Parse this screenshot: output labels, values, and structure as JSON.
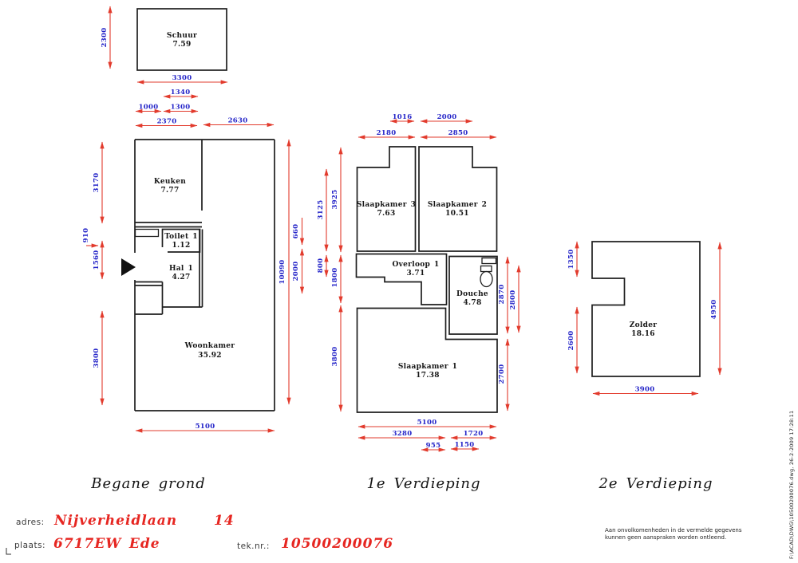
{
  "page": {
    "titles": {
      "ground": "Begane grond",
      "first": "1e Verdieping",
      "second": "2e Verdieping"
    },
    "address": {
      "adres_label": "adres:",
      "adres_street": "Nijverheidlaan",
      "adres_number": "14",
      "plaats_label": "plaats:",
      "plaats_value": "6717EW Ede",
      "teknr_label": "tek.nr.:",
      "teknr_value": "10500200076"
    },
    "disclaimer_line1": "Aan onvolkomenheden in de vermelde gegevens",
    "disclaimer_line2": "kunnen geen aanspraken worden ontleend.",
    "file_stamp": "F:\\ACAD\\DWG\\10500200076.dwg, 26-2-2009 17:28:11"
  },
  "rooms": {
    "schuur": {
      "name": "Schuur",
      "area": "7.59"
    },
    "keuken": {
      "name": "Keuken",
      "area": "7.77"
    },
    "toilet1": {
      "name": "Toilet 1",
      "area": "1.12"
    },
    "hal1": {
      "name": "Hal 1",
      "area": "4.27"
    },
    "woonkamer": {
      "name": "Woonkamer",
      "area": "35.92"
    },
    "slaapkamer3": {
      "name": "Slaapkamer 3",
      "area": "7.63"
    },
    "slaapkamer2": {
      "name": "Slaapkamer 2",
      "area": "10.51"
    },
    "overloop1": {
      "name": "Overloop 1",
      "area": "3.71"
    },
    "douche": {
      "name": "Douche",
      "area": "4.78"
    },
    "slaapkamer1": {
      "name": "Slaapkamer 1",
      "area": "17.38"
    },
    "zolder": {
      "name": "Zolder",
      "area": "18.16"
    }
  },
  "dims": {
    "ground": {
      "schuur_height": "2300",
      "schuur_width": "3300",
      "top_1340": "1340",
      "top_1000": "1000",
      "top_1300": "1300",
      "top_2370": "2370",
      "top_2630": "2630",
      "left_3170": "3170",
      "left_910": "910",
      "left_1560": "1560",
      "left_3800": "3800",
      "right_10090": "10090",
      "right_660": "660",
      "right_2000": "2000",
      "bottom_5100": "5100"
    },
    "first": {
      "top_1016": "1016",
      "top_2000": "2000",
      "top_2180": "2180",
      "top_2850": "2850",
      "left_3925": "3925",
      "left_3125": "3125",
      "left_800": "800",
      "left_1800": "1800",
      "left_3800": "3800",
      "right_2870": "2870",
      "right_2800": "2800",
      "right_2700": "2700",
      "bottom_5100": "5100",
      "bottom_3280": "3280",
      "bottom_1720": "1720",
      "bottom_955": "955",
      "bottom_1150": "1150"
    },
    "second": {
      "left_1350": "1350",
      "left_2600": "2600",
      "right_4950": "4950",
      "bottom_3900": "3900"
    }
  },
  "colors": {
    "wall": "#1e1e1e",
    "dim_line": "#e23b2d",
    "dim_text": "#2424c8",
    "accent_red": "#e62621"
  }
}
